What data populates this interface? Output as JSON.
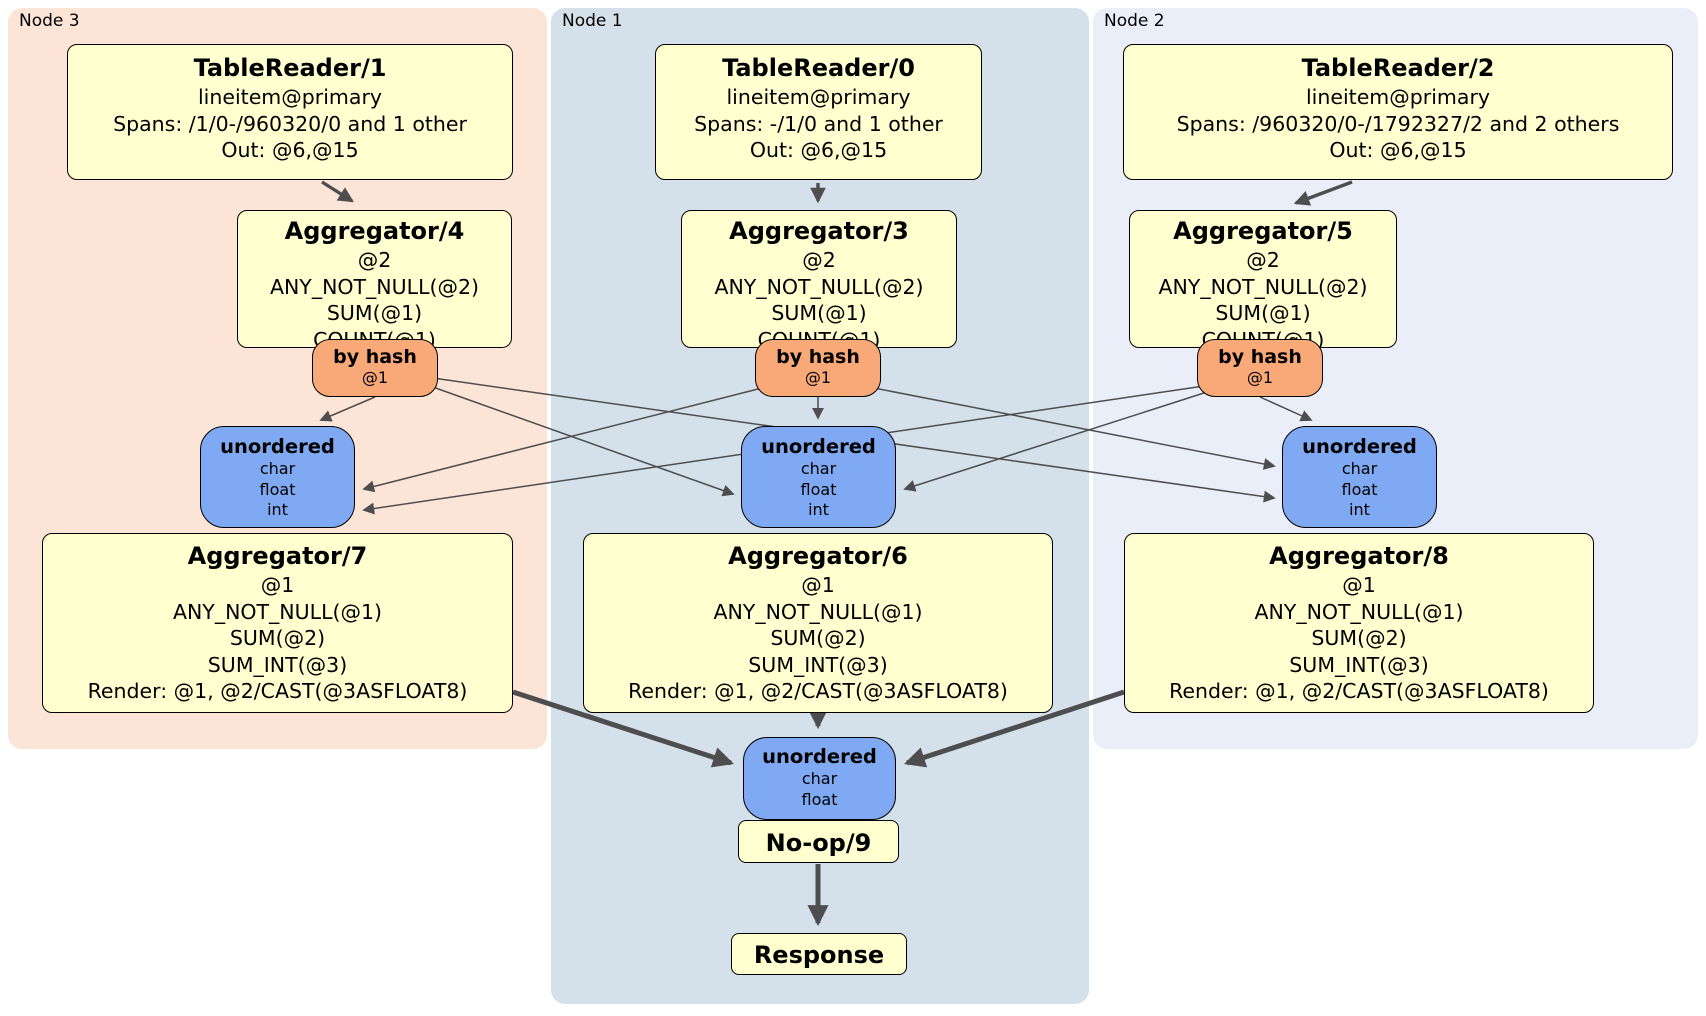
{
  "regions": {
    "node3": {
      "label": "Node 3"
    },
    "node1": {
      "label": "Node 1"
    },
    "node2": {
      "label": "Node 2"
    }
  },
  "processors": {
    "tr1": {
      "title": "TableReader/1",
      "index": "lineitem@primary",
      "spans": "Spans: /1/0-/960320/0 and 1 other",
      "out": "Out: @6,@15"
    },
    "tr0": {
      "title": "TableReader/0",
      "index": "lineitem@primary",
      "spans": "Spans: -/1/0 and 1 other",
      "out": "Out: @6,@15"
    },
    "tr2": {
      "title": "TableReader/2",
      "index": "lineitem@primary",
      "spans": "Spans: /960320/0-/1792327/2 and 2 others",
      "out": "Out: @6,@15"
    },
    "agg4": {
      "title": "Aggregator/4",
      "lines": [
        "@2",
        "ANY_NOT_NULL(@2)",
        "SUM(@1)",
        "COUNT(@1)"
      ]
    },
    "agg3": {
      "title": "Aggregator/3",
      "lines": [
        "@2",
        "ANY_NOT_NULL(@2)",
        "SUM(@1)",
        "COUNT(@1)"
      ]
    },
    "agg5": {
      "title": "Aggregator/5",
      "lines": [
        "@2",
        "ANY_NOT_NULL(@2)",
        "SUM(@1)",
        "COUNT(@1)"
      ]
    },
    "agg7": {
      "title": "Aggregator/7",
      "lines": [
        "@1",
        "ANY_NOT_NULL(@1)",
        "SUM(@2)",
        "SUM_INT(@3)",
        "Render: @1, @2/CAST(@3ASFLOAT8)"
      ]
    },
    "agg6": {
      "title": "Aggregator/6",
      "lines": [
        "@1",
        "ANY_NOT_NULL(@1)",
        "SUM(@2)",
        "SUM_INT(@3)",
        "Render: @1, @2/CAST(@3ASFLOAT8)"
      ]
    },
    "agg8": {
      "title": "Aggregator/8",
      "lines": [
        "@1",
        "ANY_NOT_NULL(@1)",
        "SUM(@2)",
        "SUM_INT(@3)",
        "Render: @1, @2/CAST(@3ASFLOAT8)"
      ]
    },
    "noop": {
      "title": "No-op/9"
    },
    "response": {
      "title": "Response"
    }
  },
  "routers": {
    "hash3": {
      "label": "by hash",
      "key": "@1"
    },
    "hash1": {
      "label": "by hash",
      "key": "@1"
    },
    "hash2": {
      "label": "by hash",
      "key": "@1"
    }
  },
  "syncs": {
    "sync3": {
      "label": "unordered",
      "types": [
        "char",
        "float",
        "int"
      ]
    },
    "sync1": {
      "label": "unordered",
      "types": [
        "char",
        "float",
        "int"
      ]
    },
    "sync2": {
      "label": "unordered",
      "types": [
        "char",
        "float",
        "int"
      ]
    },
    "final": {
      "label": "unordered",
      "types": [
        "char",
        "float"
      ]
    }
  },
  "colors": {
    "processor_fill": "#ffffd0",
    "router_fill": "#f9a877",
    "sync_fill": "#7fa9f2",
    "region_node3": "#fce4d7",
    "region_node1": "#d4e1ea",
    "region_node2": "#e9eef9",
    "edge": "#4e4e4e"
  }
}
